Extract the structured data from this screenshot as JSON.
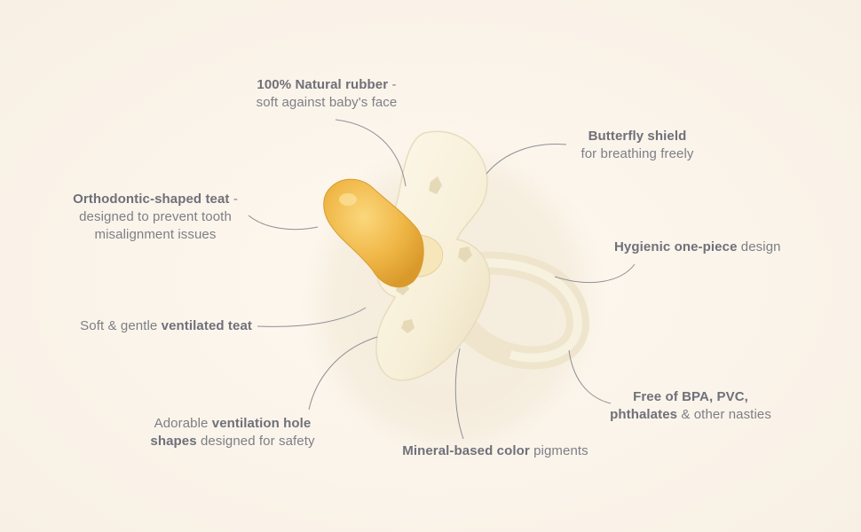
{
  "annotations": {
    "natural_rubber": {
      "bold": "100% Natural rubber",
      "rest1": " -",
      "line2": "soft against baby's face"
    },
    "butterfly": {
      "bold": "Butterfly shield",
      "line2": "for breathing freely"
    },
    "orthodontic": {
      "bold": "Orthodontic-shaped teat",
      "rest1": " -",
      "line2": "designed to prevent tooth",
      "line3": "misalignment issues"
    },
    "hygienic": {
      "bold": "Hygienic one-piece",
      "rest": " design"
    },
    "ventilated": {
      "pre": "Soft & gentle ",
      "bold": "ventilated teat"
    },
    "free_of": {
      "bold1": "Free of BPA, PVC,",
      "bold2": "phthalates",
      "rest2": " & other nasties"
    },
    "holes": {
      "pre": "Adorable ",
      "bold1": "ventilation hole",
      "bold2": "shapes",
      "rest2": " designed for safety"
    },
    "mineral": {
      "bold": "Mineral-based color",
      "rest": " pigments"
    }
  },
  "colors": {
    "background": "#fbf5ec",
    "text": "#7d7e86",
    "leader": "#8e8f96",
    "teat": "#f0b94a",
    "shield": "#f8f0dc"
  }
}
